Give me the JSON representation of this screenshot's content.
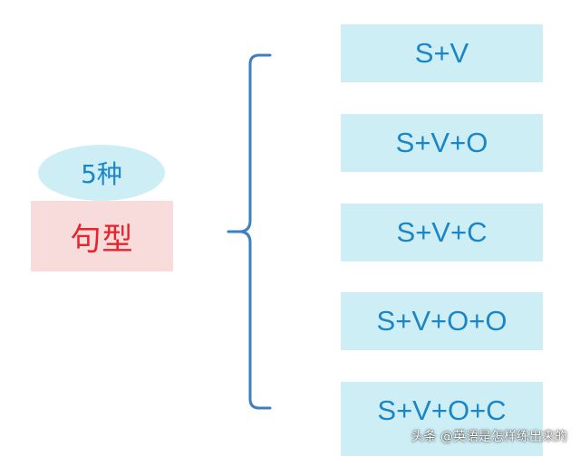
{
  "left": {
    "count_label": "5种",
    "type_label": "句型"
  },
  "patterns": [
    "S+V",
    "S+V+O",
    "S+V+C",
    "S+V+O+O",
    "S+V+O+C"
  ],
  "watermark": "头条 @英语是怎样练出来的",
  "colors": {
    "light_blue_fill": "#cdeef5",
    "pink_fill": "#f8dcdc",
    "blue_text": "#1a86c8",
    "red_text": "#e8232b",
    "brace_blue": "#3d7fc1"
  }
}
